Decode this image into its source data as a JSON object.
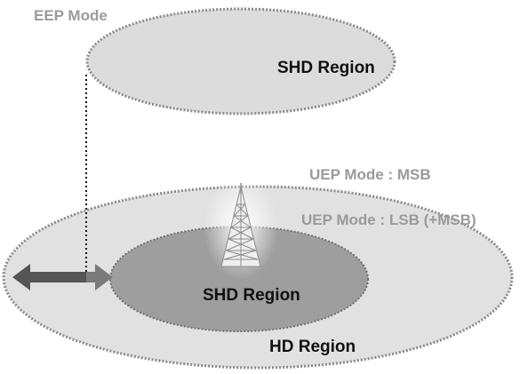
{
  "labels": {
    "eep_mode": "EEP Mode",
    "shd_region_top": "SHD Region",
    "uep_mode_msb": "UEP Mode : MSB",
    "uep_mode_lsb": "UEP Mode : LSB (+MSB)",
    "shd_region_inner": "SHD Region",
    "hd_region": "HD Region"
  },
  "colors": {
    "top_ellipse_fill": "#dcdcdc",
    "outer_ellipse_fill": "#e1e1e1",
    "inner_ellipse_fill": "#9e9e9e",
    "dotted_border": "#8a8a8a",
    "tower_stroke": "#8c8c8c",
    "arrow_left": "#555555",
    "arrow_right": "#7a7a7a",
    "muted_text": "#9a9a9a",
    "dark_text": "#111111"
  },
  "icons": {
    "tower": "antenna-tower-icon",
    "arrow": "double-arrow-icon"
  }
}
